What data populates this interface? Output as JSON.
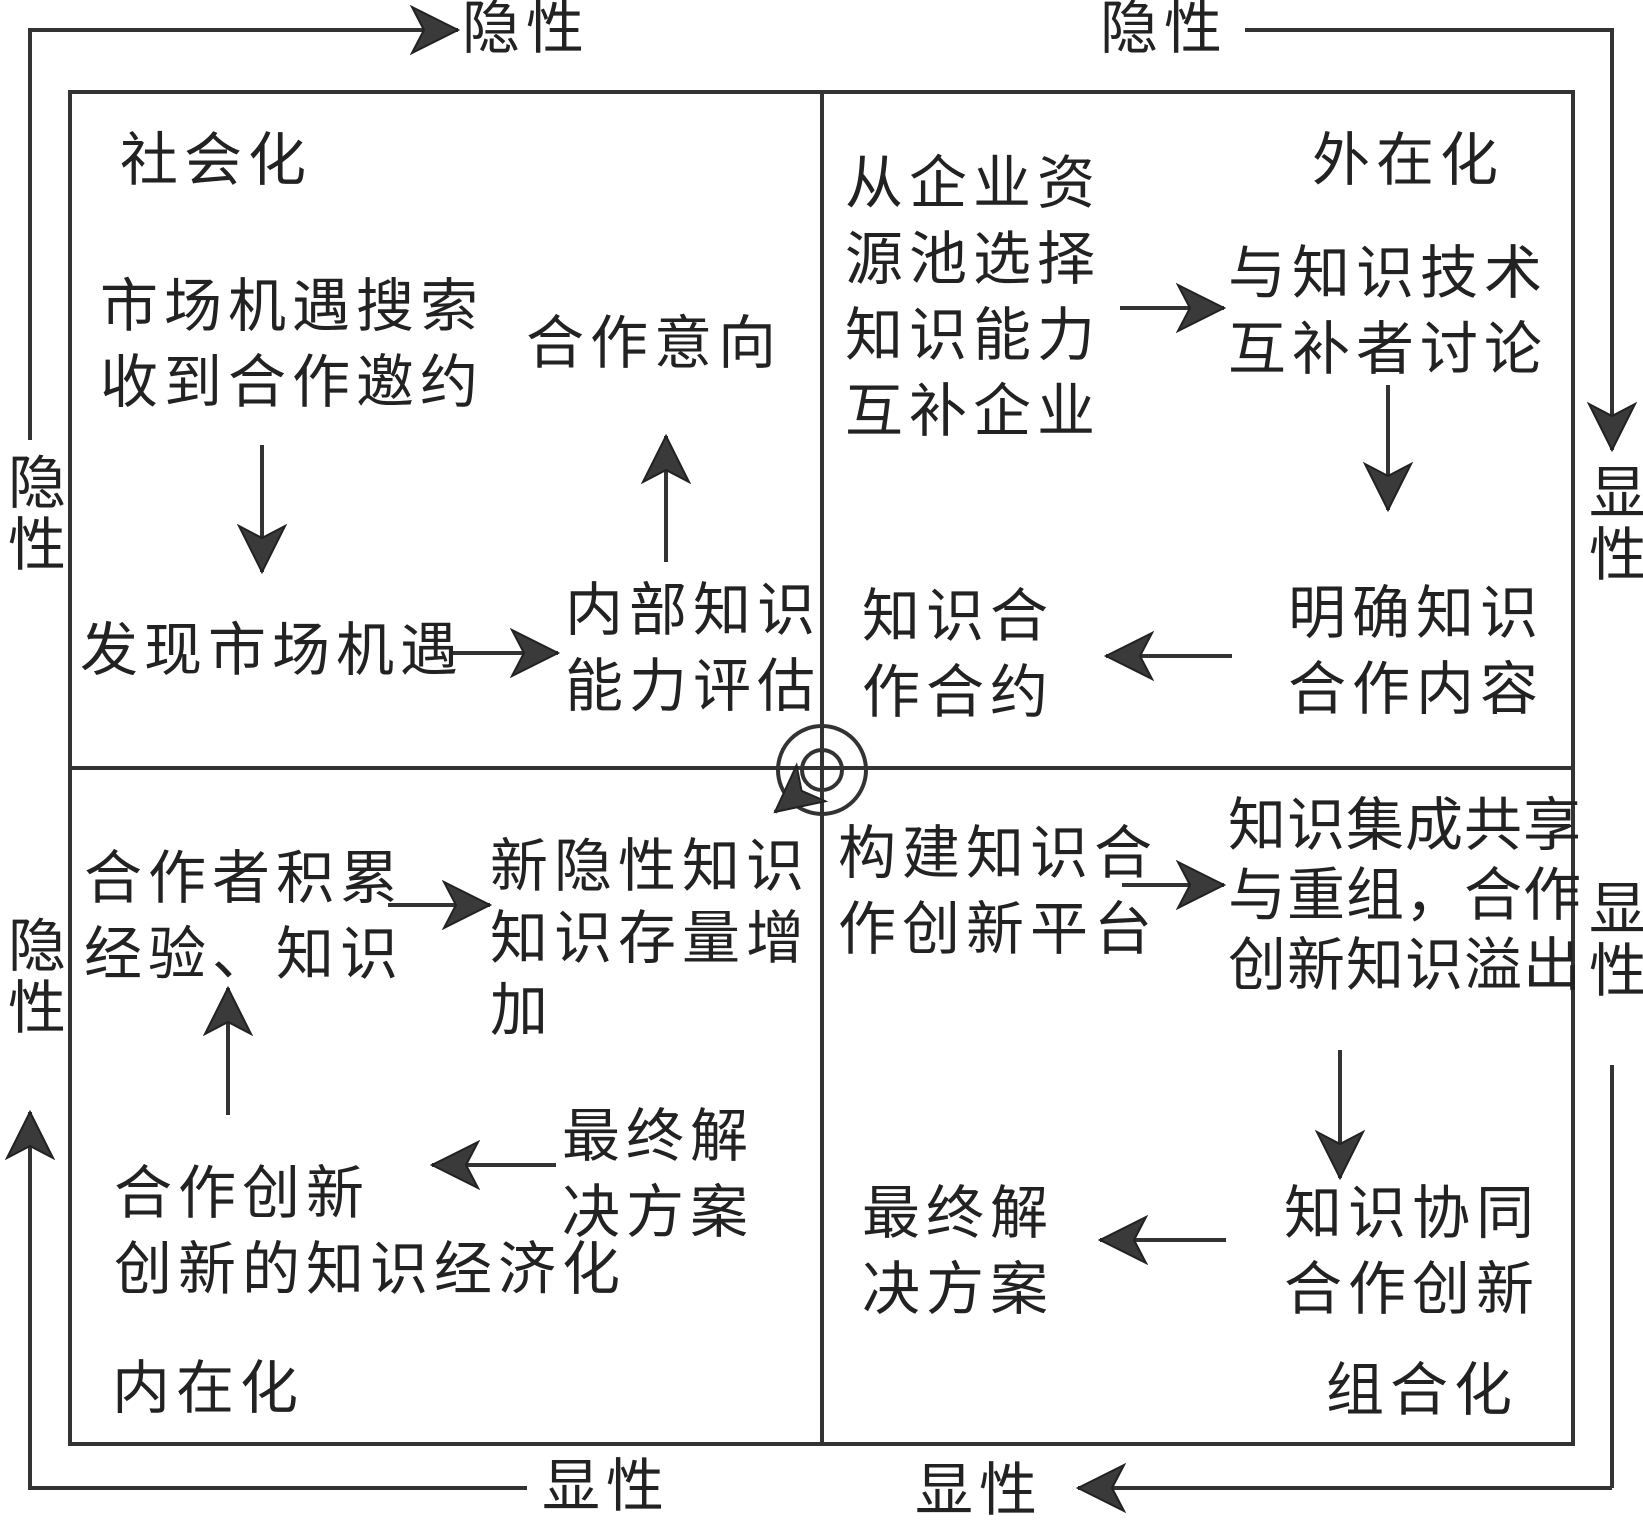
{
  "axes": {
    "top_left": "隐性",
    "top_right": "隐性",
    "left_upper": "隐性",
    "left_lower": "隐性",
    "right_upper": "显性",
    "right_lower": "显性",
    "bottom_left": "显性",
    "bottom_right": "显性"
  },
  "quadrants": {
    "socialization": {
      "title": "社会化",
      "market_search": "市场机遇搜索\n收到合作邀约",
      "discover_opportunity": "发现市场机遇",
      "internal_assessment": "内部知识\n能力评估",
      "cooperation_intent": "合作意向"
    },
    "externalization": {
      "title": "外在化",
      "select_partners": "从企业资\n源池选择\n知识能力\n互补企业",
      "discuss_complementors": "与知识技术\n互补者讨论",
      "clarify_content": "明确知识\n合作内容",
      "cooperation_contract": "知识合\n作合约"
    },
    "combination": {
      "title": "组合化",
      "build_platform": "构建知识合\n作创新平台",
      "integration_sharing": "知识集成共享\n与重组，合作\n创新知识溢出",
      "knowledge_synergy": "知识协同\n合作创新",
      "final_solution": "最终解\n决方案"
    },
    "internalization": {
      "title": "内在化",
      "final_solution": "最终解\n决方案",
      "cooperative_innovation": "合作创新\n创新的知识经济化",
      "accumulate_experience": "合作者积累\n经验、知识",
      "new_tacit_knowledge": "新隐性知识\n知识存量增\n加"
    }
  },
  "colors": {
    "line": "#333333",
    "arrow_fill": "#3a3a3a",
    "text": "#222222"
  }
}
